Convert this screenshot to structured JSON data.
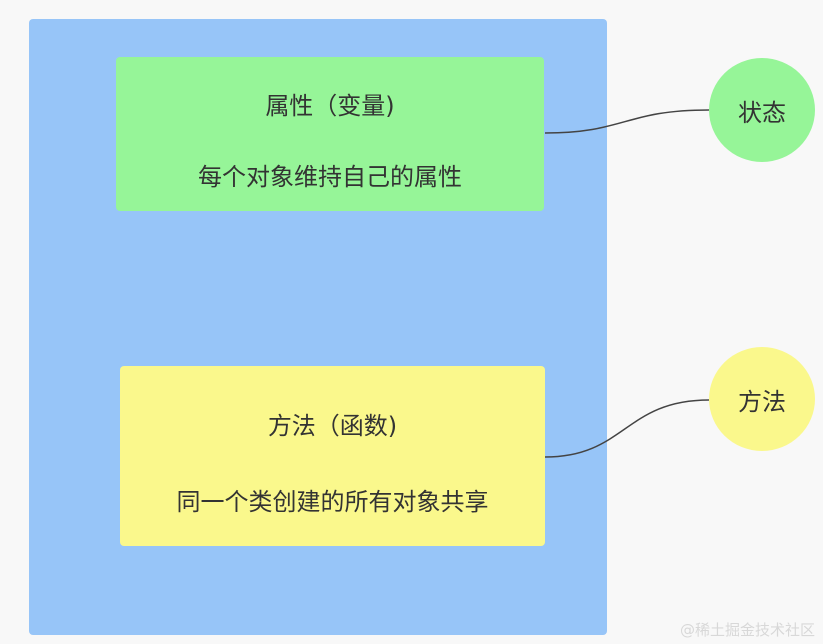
{
  "attribute_box": {
    "title": "属性（变量)",
    "description": "每个对象维持自己的属性"
  },
  "method_box": {
    "title": "方法（函数)",
    "description": "同一个类创建的所有对象共享"
  },
  "state_node": {
    "label": "状态"
  },
  "method_node": {
    "label": "方法"
  },
  "watermark": {
    "text": "@稀土掘金技术社区"
  },
  "colors": {
    "container": "#97c5f8",
    "attribute": "#96f598",
    "method": "#faf88c",
    "text": "#333333",
    "background": "#f8f8f8"
  }
}
